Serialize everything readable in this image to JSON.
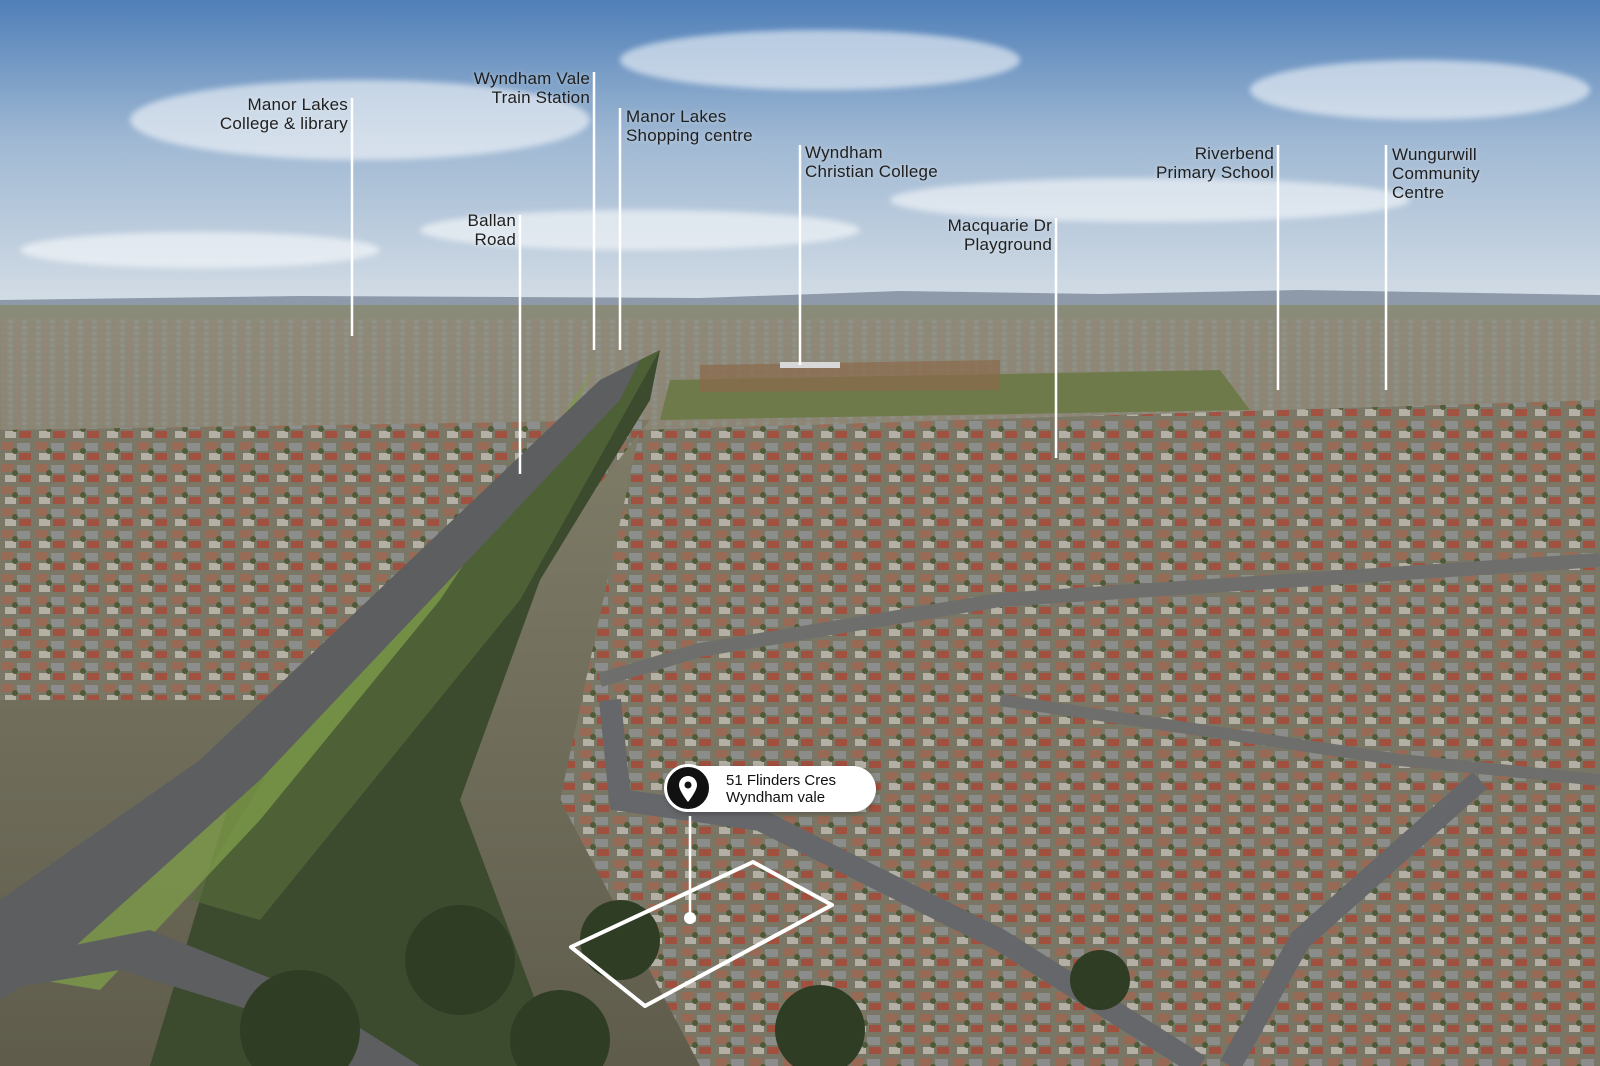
{
  "landmarks": [
    {
      "id": "manor-lakes-college",
      "lines": [
        "Manor Lakes",
        "College & library"
      ]
    },
    {
      "id": "wyndham-vale-station",
      "lines": [
        "Wyndham Vale",
        "Train Station"
      ]
    },
    {
      "id": "manor-lakes-shopping",
      "lines": [
        "Manor Lakes",
        "Shopping centre"
      ]
    },
    {
      "id": "wyndham-christian-college",
      "lines": [
        "Wyndham",
        "Christian College"
      ]
    },
    {
      "id": "ballan-road",
      "lines": [
        "Ballan",
        "Road"
      ]
    },
    {
      "id": "macquarie-dr-playground",
      "lines": [
        "Macquarie Dr",
        "Playground"
      ]
    },
    {
      "id": "riverbend-primary",
      "lines": [
        "Riverbend",
        "Primary School"
      ]
    },
    {
      "id": "wungurwill-community",
      "lines": [
        "Wungurwill",
        "Community",
        "Centre"
      ]
    }
  ],
  "property": {
    "address_line1": "51 Flinders Cres",
    "address_line2": "Wyndham vale"
  },
  "colors": {
    "sky_top": "#4f7fb8",
    "sky_horizon": "#d5dee6",
    "label_text": "#1f1f1f",
    "callout_bg": "#ffffff",
    "pin_bg": "#111111",
    "boundary": "#ffffff"
  }
}
